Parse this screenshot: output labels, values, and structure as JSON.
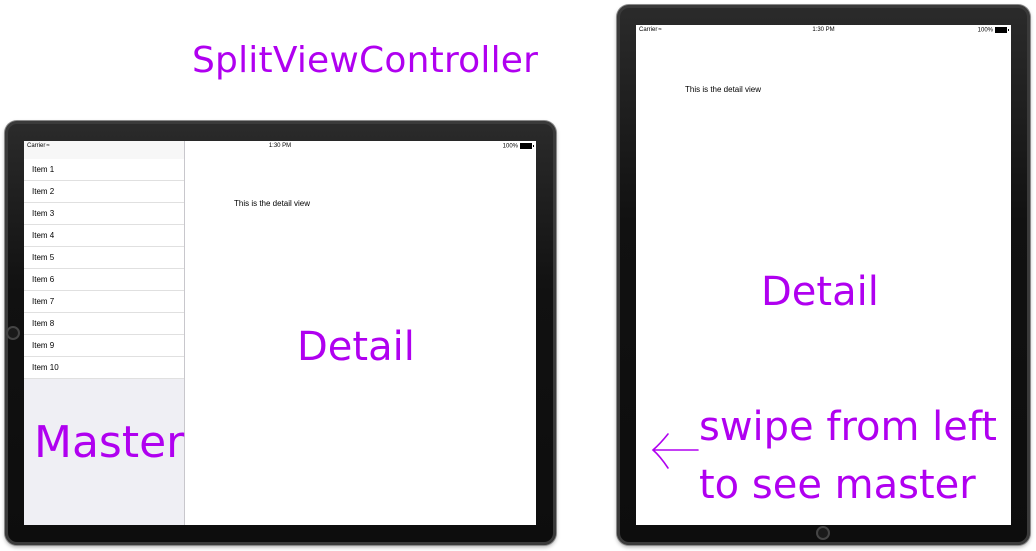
{
  "title": "SplitViewController",
  "status_bar": {
    "carrier": "Carrier",
    "time": "1:30 PM",
    "battery": "100%"
  },
  "master": {
    "items": [
      "Item 1",
      "Item 2",
      "Item 3",
      "Item 4",
      "Item 5",
      "Item 6",
      "Item 7",
      "Item 8",
      "Item 9",
      "Item 10"
    ],
    "label": "Master"
  },
  "detail": {
    "text": "This is the detail view",
    "label": "Detail"
  },
  "annotation": {
    "line1": "swipe from left",
    "line2": "to see master"
  },
  "colors": {
    "annotation": "#b000f0",
    "master_bg": "#efeff4"
  },
  "icons": [
    "wifi-icon",
    "battery-icon",
    "arrow-left-icon",
    "home-button-icon"
  ]
}
